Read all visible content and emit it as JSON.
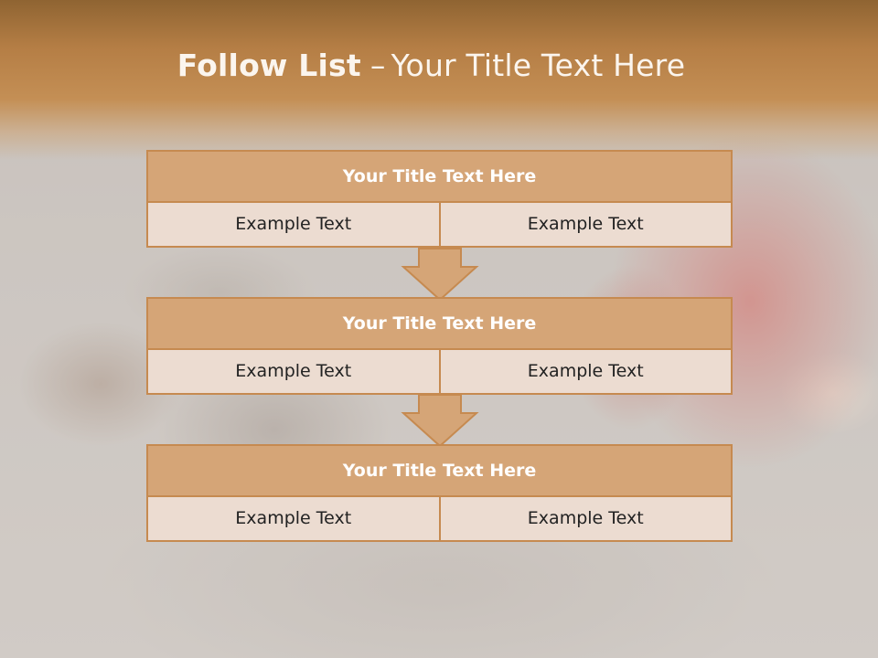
{
  "slide": {
    "title_bold": "Follow List",
    "title_dash": "–",
    "title_rest": "Your Title Text Here"
  },
  "blocks": [
    {
      "title": "Your Title Text Here",
      "left": "Example Text",
      "right": "Example Text"
    },
    {
      "title": "Your Title Text Here",
      "left": "Example Text",
      "right": "Example Text"
    },
    {
      "title": "Your Title Text Here",
      "left": "Example Text",
      "right": "Example Text"
    }
  ],
  "colors": {
    "header_accent": "#c48f55",
    "block_header": "#d5a577",
    "block_cell": "#ecdcd1",
    "border": "#c68a50"
  }
}
